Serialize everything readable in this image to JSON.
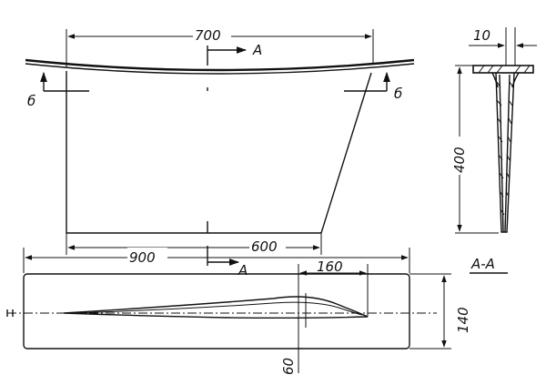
{
  "labels": {
    "dim_700": "700",
    "dim_600": "600",
    "dim_900": "900",
    "dim_160": "160",
    "dim_140": "140",
    "dim_60": "60",
    "dim_400": "400",
    "dim_10": "10",
    "section_a_top": "A",
    "section_a_bottom": "A",
    "section_b_left": "б",
    "section_b_right": "б",
    "section_caption": "А-А"
  }
}
